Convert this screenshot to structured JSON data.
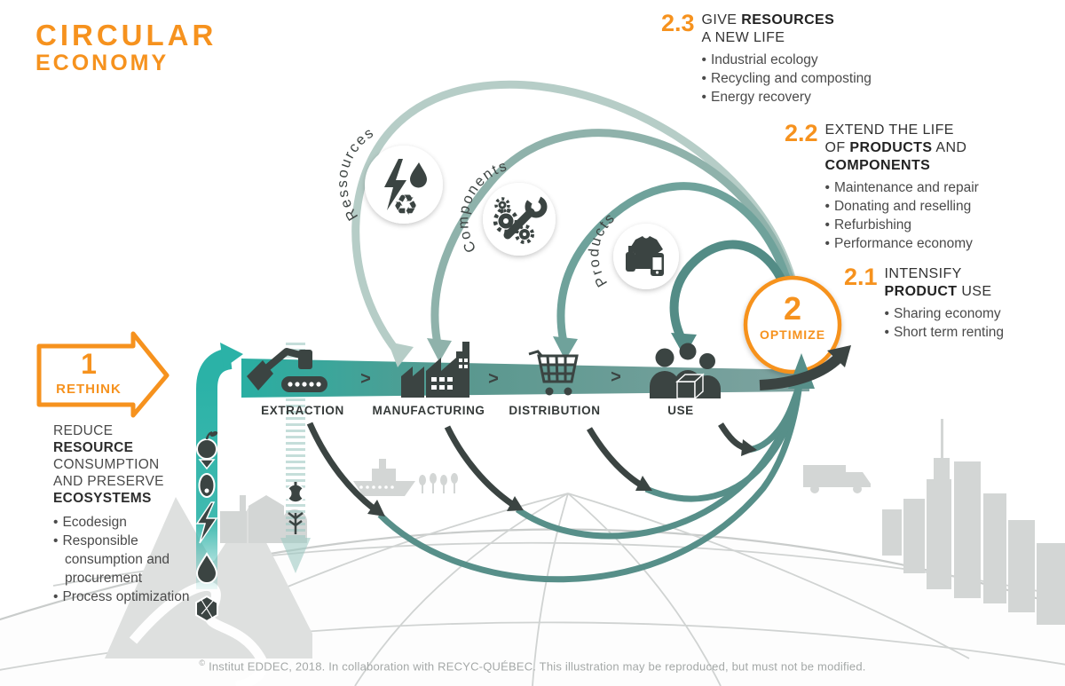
{
  "title": {
    "line1": "CIRCULAR",
    "line2": "ECONOMY"
  },
  "glyphs": {
    "chevron": ">",
    "recycle": "♻",
    "bullet": "•"
  },
  "steps": {
    "rethink": {
      "number": "1",
      "label": "RETHINK"
    },
    "optimize": {
      "number": "2",
      "label": "OPTIMIZE"
    }
  },
  "flow": {
    "stages": [
      "EXTRACTION",
      "MANUFACTURING",
      "DISTRIBUTION",
      "USE"
    ]
  },
  "loops": {
    "resources": "Ressources",
    "components": "Components",
    "products": "Products"
  },
  "left_block": {
    "h1": "REDUCE",
    "h2": "RESOURCE",
    "h3": "CONSUMPTION",
    "h4": "AND PRESERVE",
    "h5": "ECOSYSTEMS",
    "b1": "Ecodesign",
    "b2": "Responsible consumption and procurement",
    "b3": "Process optimization"
  },
  "section_23": {
    "number": "2.3",
    "h1a": "GIVE ",
    "h1b": "RESOURCES",
    "h2": "A NEW LIFE",
    "b1": "Industrial ecology",
    "b2": "Recycling and composting",
    "b3": "Energy recovery"
  },
  "section_22": {
    "number": "2.2",
    "h1": "EXTEND THE LIFE",
    "h2a": "OF ",
    "h2b": "PRODUCTS",
    "h2c": " AND",
    "h3": "COMPONENTS",
    "b1": "Maintenance and repair",
    "b2": "Donating and reselling",
    "b3": "Refurbishing",
    "b4": "Performance economy"
  },
  "section_21": {
    "number": "2.1",
    "h1": "INTENSIFY",
    "h2a": "PRODUCT",
    "h2b": " USE",
    "b1": "Sharing economy",
    "b2": "Short term renting"
  },
  "footer": {
    "symbol": "©",
    "text": "Institut EDDEC, 2018. In collaboration with RECYC-QUÉBEC. This illustration may be reproduced, but must not be modified."
  },
  "colors": {
    "accent_orange": "#F6921E",
    "teal": "#2BB2A7",
    "sage_light": "#B6CDC7",
    "sage_mid": "#8FB2AB",
    "sage_deep": "#6FA29B",
    "teal_dark": "#578F89",
    "charcoal": "#3B4442",
    "silhouette": "#D3D6D5",
    "footer_grey": "#A4A8A7"
  }
}
